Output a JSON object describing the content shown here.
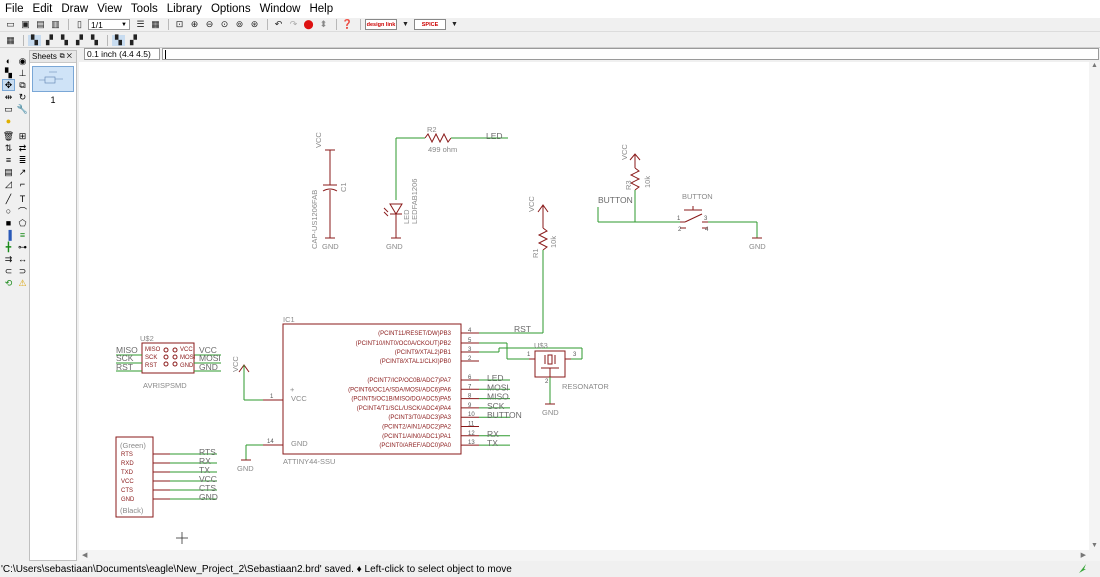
{
  "menu": [
    "File",
    "Edit",
    "Draw",
    "View",
    "Tools",
    "Library",
    "Options",
    "Window",
    "Help"
  ],
  "toolbar": {
    "sheet_select": "1/1",
    "brand1": "design link",
    "brand2": "SPICE"
  },
  "coord_display": "0.1 inch (4.4 4.5)",
  "command_line": "",
  "sheets_panel": {
    "title": "Sheets",
    "sheet_number": "1"
  },
  "status": {
    "message": "'C:\\Users\\sebastiaan\\Documents\\eagle\\New_Project_2\\Sebastiaan2.brd' saved.  ♦ Left-click to select object to move"
  },
  "schematic": {
    "c1": {
      "name": "C1",
      "package": "CAP-US1206FAB",
      "vcc": "VCC",
      "gnd": "GND"
    },
    "r2": {
      "name": "R2",
      "value": "499 ohm",
      "net": "LED"
    },
    "led": {
      "name": "LED",
      "package": "LEDFAB1206",
      "gnd": "GND"
    },
    "r1": {
      "name": "R1",
      "value": "10k",
      "vcc": "VCC",
      "net": "RST"
    },
    "r3": {
      "name": "R3",
      "value": "10k",
      "vcc": "VCC"
    },
    "button": {
      "name": "BUTTON",
      "net": "BUTTON",
      "pins": [
        "1",
        "2",
        "3",
        "4"
      ],
      "gnd": "GND"
    },
    "u2": {
      "name": "U$2",
      "value": "AVRISPSMD",
      "left_nets": [
        "MISO",
        "SCK",
        "RST"
      ],
      "right_nets": [
        "VCC",
        "MOSI",
        "GND"
      ],
      "left_pins": [
        "MISO",
        "SCK",
        "RST"
      ],
      "right_pins": [
        "VCC",
        "MOSI",
        "GND"
      ]
    },
    "ic1": {
      "name": "IC1",
      "value": "ATTINY44-SSU",
      "vcc_label": "VCC",
      "gnd_label": "GND",
      "vcc_pin": "1",
      "gnd_pin": "14",
      "pins_top": [
        {
          "label": "(PCINT11/RESET/DW)PB3",
          "num": "4",
          "net": "RST"
        },
        {
          "label": "(PCINT10/INT0/OC0A/CKOUT)PB2",
          "num": "5",
          "net": ""
        },
        {
          "label": "(PCINT9/XTAL2)PB1",
          "num": "3",
          "net": ""
        },
        {
          "label": "(PCINT8/XTAL1/CLKI)PB0",
          "num": "2",
          "net": ""
        }
      ],
      "pins_bottom": [
        {
          "label": "(PCINT7/ICP/OC0B/ADC7)PA7",
          "num": "6",
          "net": "LED"
        },
        {
          "label": "(PCINT6/OC1A/SDA/MOSI/ADC6)PA6",
          "num": "7",
          "net": "MOSI"
        },
        {
          "label": "(PCINT5/OC1B/MISO/DO/ADC5)PA5",
          "num": "8",
          "net": "MISO"
        },
        {
          "label": "(PCINT4/T1/SCL/USCK/ADC4)PA4",
          "num": "9",
          "net": "SCK"
        },
        {
          "label": "(PCINT3/T0/ADC3)PA3",
          "num": "10",
          "net": "BUTTON"
        },
        {
          "label": "(PCINT2/AIN1/ADC2)PA2",
          "num": "11",
          "net": ""
        },
        {
          "label": "(PCINT1/AIN0/ADC1)PA1",
          "num": "12",
          "net": "RX"
        },
        {
          "label": "(PCINT0/AREF/ADC0)PA0",
          "num": "13",
          "net": "TX"
        }
      ],
      "vcc_net": "VCC",
      "gnd_net": "GND"
    },
    "resonator": {
      "name": "U$3",
      "value": "RESONATOR",
      "pins": [
        "1",
        "2",
        "3"
      ],
      "gnd": "GND"
    },
    "ftdi": {
      "top": "(Green)",
      "bottom": "(Black)",
      "pins": [
        "RTS",
        "RXD",
        "TXD",
        "VCC",
        "CTS",
        "GND"
      ],
      "nets": [
        "RTS",
        "RX",
        "TX",
        "VCC",
        "CTS",
        "GND"
      ]
    }
  }
}
